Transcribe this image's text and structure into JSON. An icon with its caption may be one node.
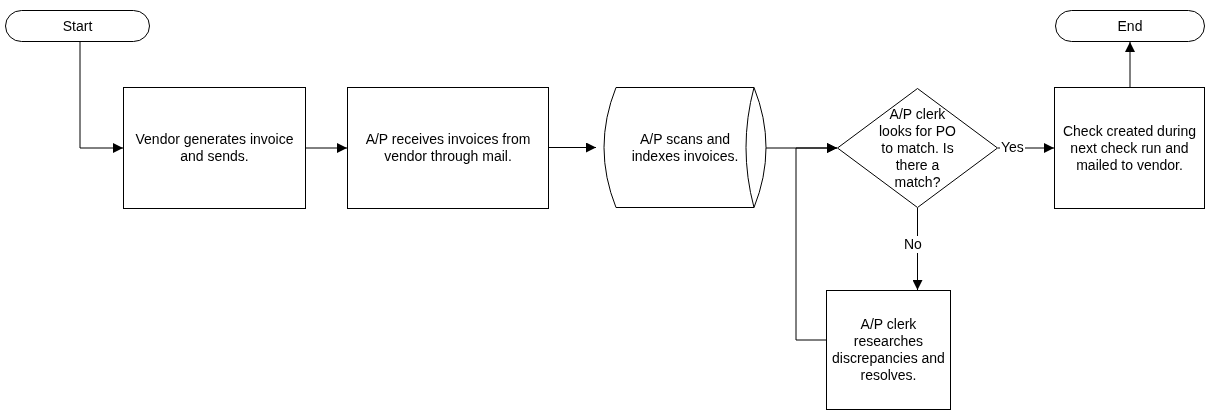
{
  "diagram": {
    "nodes": [
      {
        "text": [
          "Start"
        ]
      },
      {
        "text": [
          "Vendor generates invoice and sends."
        ]
      },
      {
        "text": [
          "A/P receives invoices from vendor through mail."
        ]
      },
      {
        "text": [
          "A/P scans and indexes invoices."
        ]
      },
      {
        "text": [
          "A/P clerk looks for PO to match. Is there a match?"
        ]
      },
      {
        "text": [
          "Check created during next check run and mailed to vendor."
        ]
      },
      {
        "text": [
          "End"
        ]
      },
      {
        "text": [
          "A/P clerk researches discrepancies and resolves."
        ]
      }
    ],
    "edges": [
      {
        "from": 0,
        "to": 1,
        "arrow": "to"
      },
      {
        "from": 1,
        "to": 2,
        "arrow": "to"
      },
      {
        "from": 2,
        "to": 3,
        "arrow": "to"
      },
      {
        "from": 3,
        "to": 4,
        "arrow": "to"
      },
      {
        "from": 4,
        "to": 5,
        "arrow": "to",
        "label": "Yes"
      },
      {
        "from": 5,
        "to": 6,
        "arrow": "to"
      },
      {
        "from": 4,
        "to": 7,
        "arrow": "to",
        "label": "No"
      },
      {
        "from": 7,
        "to": 4,
        "arrow": "to"
      }
    ]
  }
}
